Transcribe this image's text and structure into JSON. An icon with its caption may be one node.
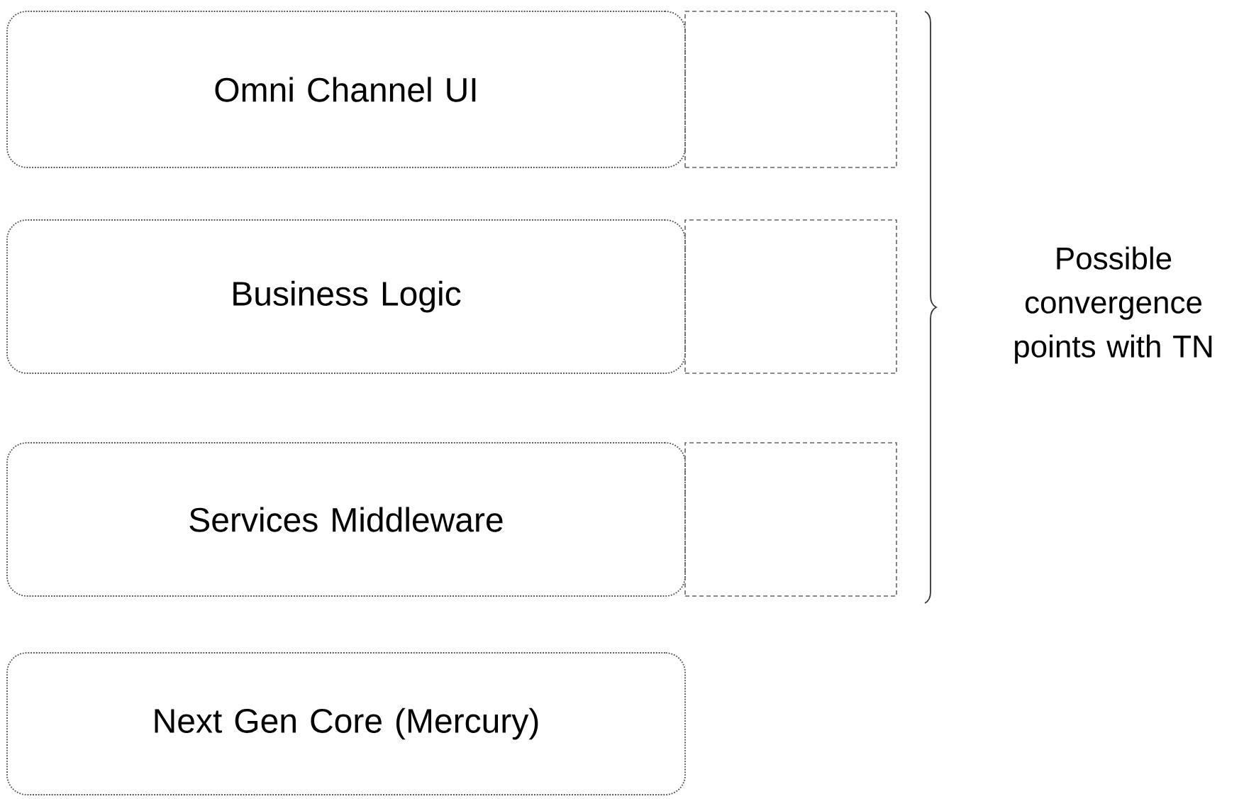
{
  "diagram": {
    "nodes": [
      {
        "text": [
          "Omni Channel UI"
        ]
      },
      {
        "text": [],
        "shape": "box"
      },
      {
        "text": [
          "Business Logic"
        ]
      },
      {
        "text": [],
        "shape": "box"
      },
      {
        "text": [
          "Services Middleware"
        ]
      },
      {
        "text": [],
        "shape": "box"
      },
      {
        "text": [
          "Next Gen Core (Mercury)"
        ]
      }
    ],
    "labels": [
      "Possible convergence points with TN"
    ]
  }
}
